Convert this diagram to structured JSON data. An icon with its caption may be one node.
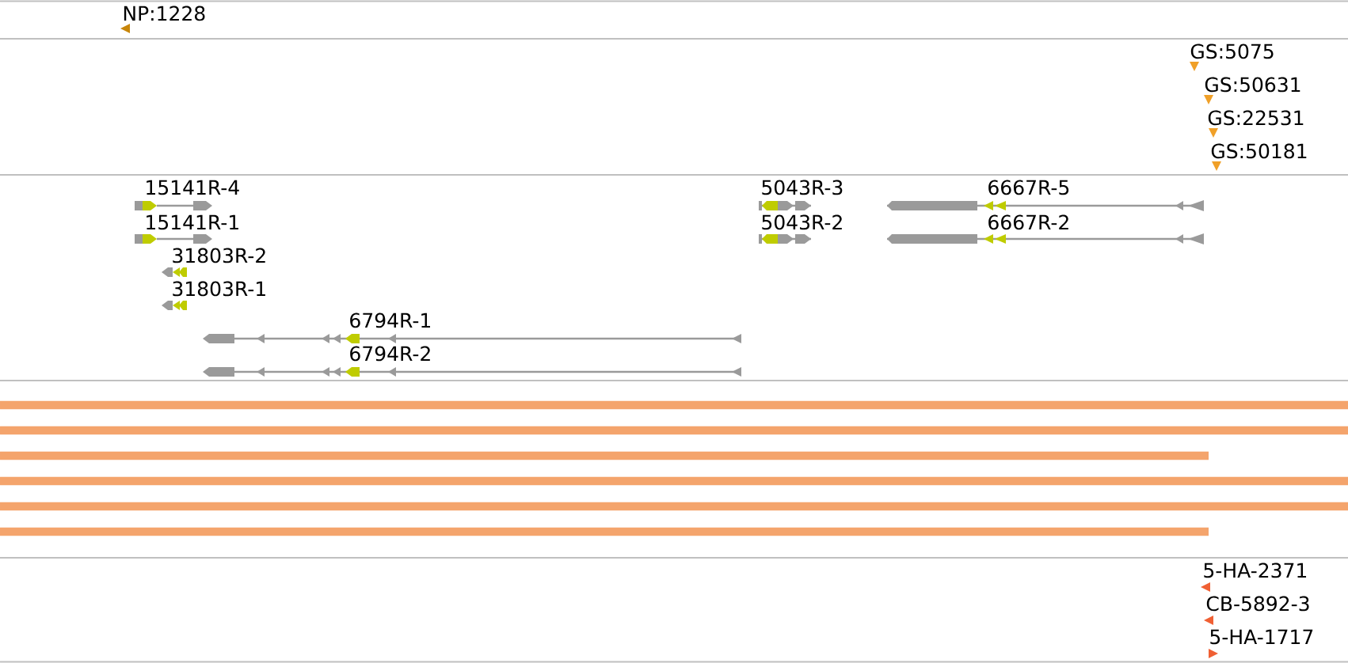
{
  "diagram": {
    "labels": [
      "NP:1228",
      "GS:5075",
      "GS:50631",
      "GS:22531",
      "GS:50181",
      "15141R-4",
      "5043R-3",
      "6667R-5",
      "15141R-1",
      "5043R-2",
      "6667R-2",
      "31803R-2",
      "31803R-1",
      "6794R-1",
      "6794R-2",
      "5-HA-2371",
      "CB-5892-3",
      "5-HA-1717"
    ]
  }
}
